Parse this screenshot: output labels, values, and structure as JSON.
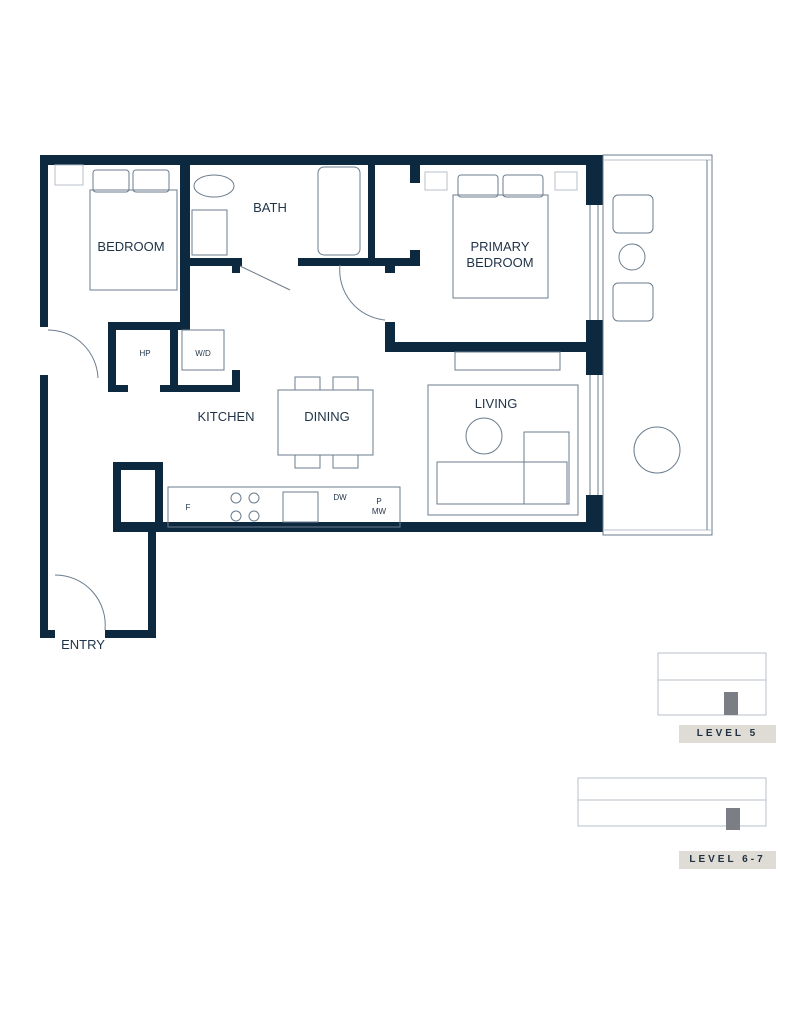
{
  "rooms": {
    "bedroom": "BEDROOM",
    "bath": "BATH",
    "primary_bedroom_line1": "PRIMARY",
    "primary_bedroom_line2": "BEDROOM",
    "kitchen": "KITCHEN",
    "dining": "DINING",
    "living": "LIVING",
    "entry": "ENTRY"
  },
  "fixtures": {
    "hp": "HP",
    "wd": "W/D",
    "fridge": "F",
    "dishwasher": "DW",
    "pantry_line1": "P",
    "pantry_line2": "MW"
  },
  "key_plans": [
    {
      "label": "LEVEL 5"
    },
    {
      "label": "LEVEL 6-7"
    }
  ],
  "colors": {
    "wall": "#0d2940",
    "key_label_bg": "#dedcd5",
    "highlight_unit": "#7b7e85"
  }
}
